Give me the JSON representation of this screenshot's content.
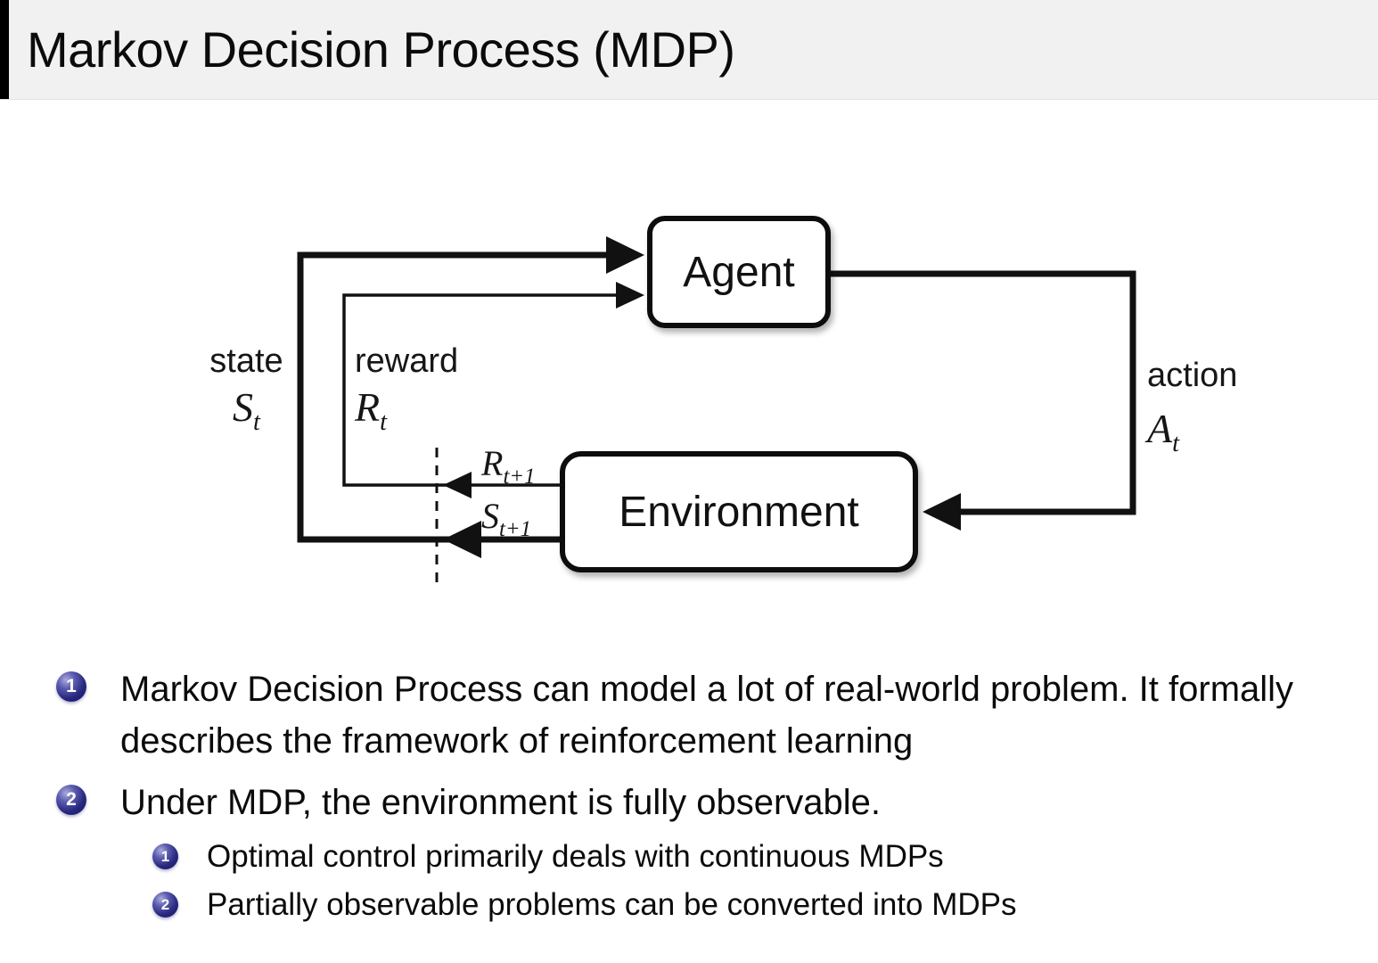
{
  "slide": {
    "title": "Markov Decision Process (MDP)"
  },
  "diagram": {
    "agent": "Agent",
    "environment": "Environment",
    "state": {
      "label": "state",
      "symbol": "S",
      "subscript": "t"
    },
    "reward": {
      "label": "reward",
      "symbol": "R",
      "subscript": "t"
    },
    "action": {
      "label": "action",
      "symbol": "A",
      "subscript": "t"
    },
    "next_reward": {
      "symbol": "R",
      "subscript": "t+1"
    },
    "next_state": {
      "symbol": "S",
      "subscript": "t+1"
    }
  },
  "bullets": [
    {
      "number": "1",
      "text": "Markov Decision Process can model a lot of real-world problem. It formally describes the framework of reinforcement learning",
      "children": []
    },
    {
      "number": "2",
      "text": "Under MDP, the environment is fully observable.",
      "children": [
        {
          "number": "1",
          "text": "Optimal control primarily deals with continuous MDPs"
        },
        {
          "number": "2",
          "text": "Partially observable problems can be converted into MDPs"
        }
      ]
    }
  ],
  "colors": {
    "title_bar_bg": "#f1f1f1",
    "title_text": "#0b0b0b",
    "bullet_ball": "#28287e",
    "diagram_line": "#111111",
    "box_fill": "#ffffff"
  }
}
